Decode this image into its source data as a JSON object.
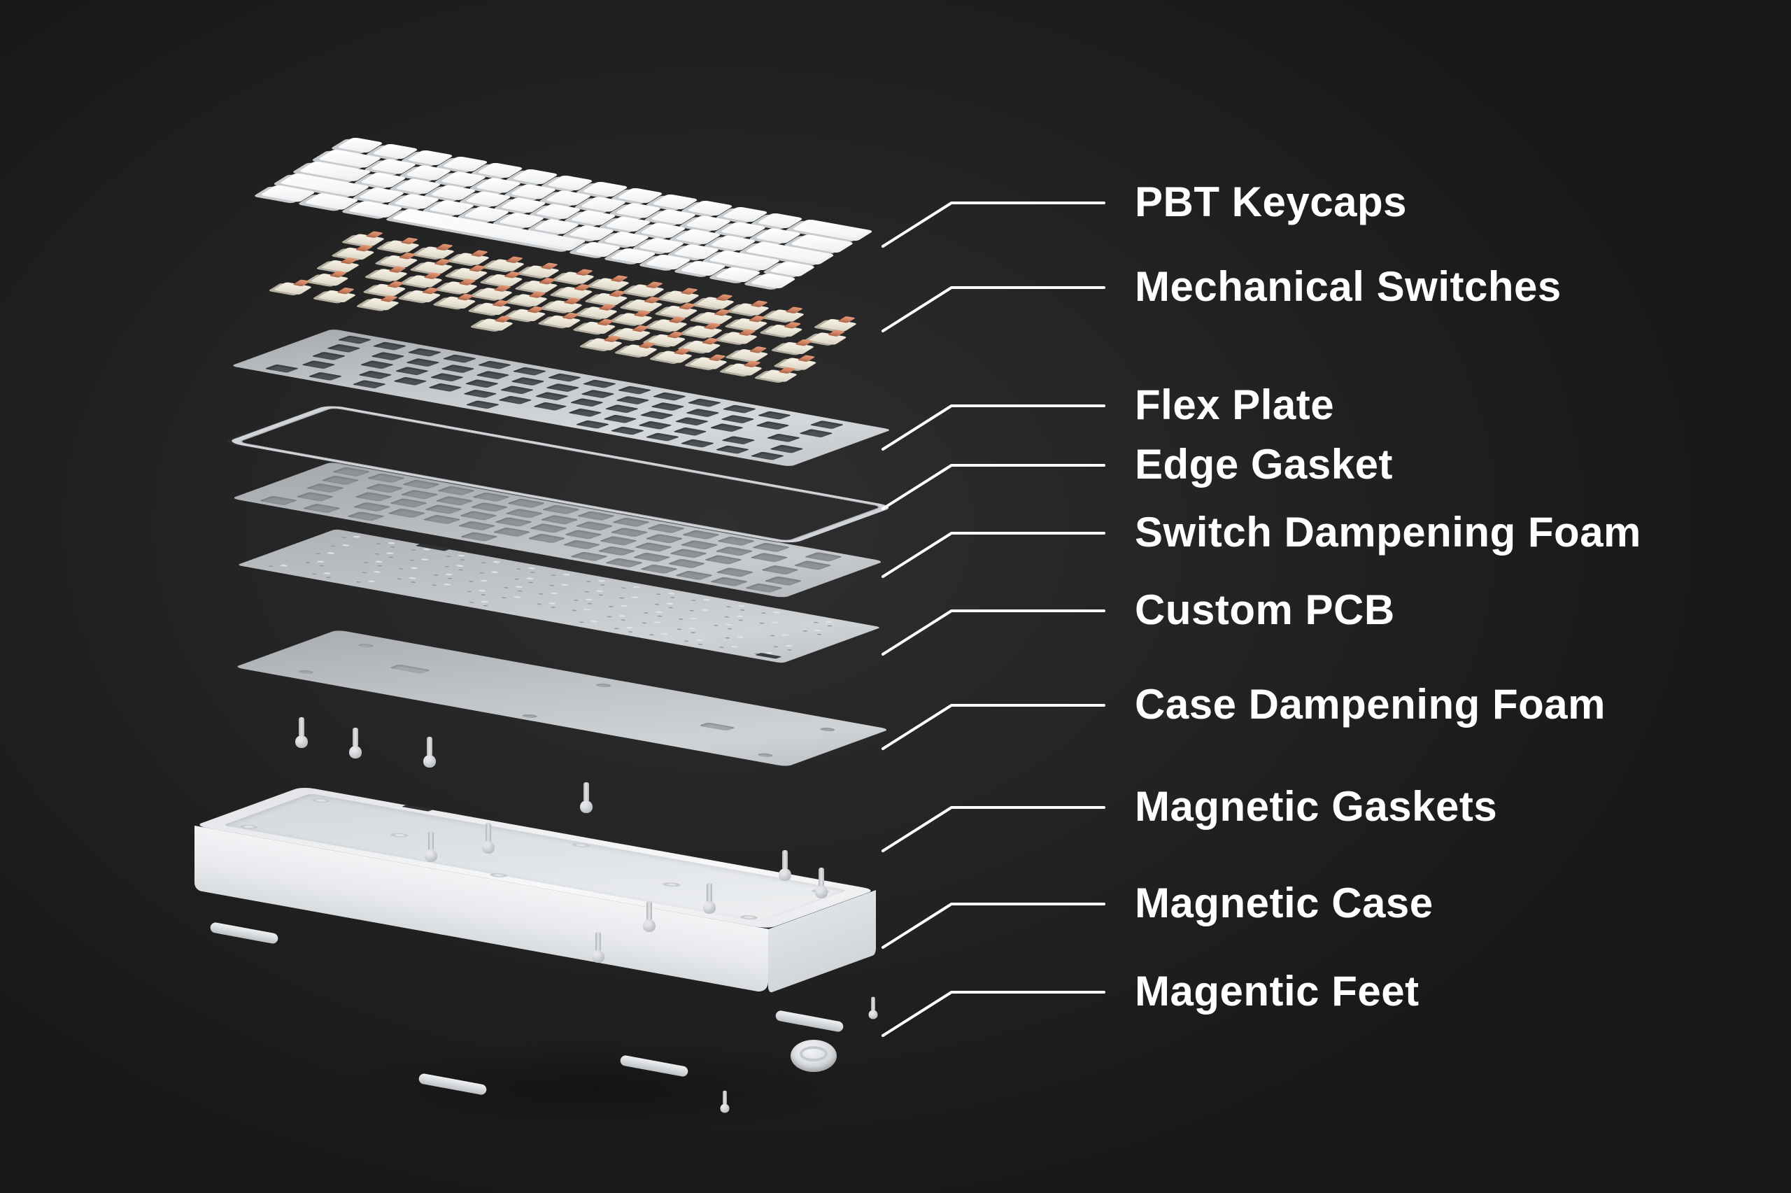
{
  "scene_title": "Mechanical keyboard exploded view diagram",
  "background": {
    "center": "#2f2f2f",
    "mid": "#232323",
    "edge": "#171717"
  },
  "callouts": [
    {
      "id": "pbt-keycaps",
      "label": "PBT Keycaps"
    },
    {
      "id": "mechanical-switches",
      "label": "Mechanical Switches"
    },
    {
      "id": "flex-plate",
      "label": "Flex Plate"
    },
    {
      "id": "edge-gasket",
      "label": "Edge Gasket"
    },
    {
      "id": "switch-dampening-foam",
      "label": "Switch Dampening Foam"
    },
    {
      "id": "custom-pcb",
      "label": "Custom PCB"
    },
    {
      "id": "case-dampening-foam",
      "label": "Case Dampening Foam"
    },
    {
      "id": "magnetic-gaskets",
      "label": "Magnetic Gaskets"
    },
    {
      "id": "magnetic-case",
      "label": "Magnetic Case"
    },
    {
      "id": "magentic-feet",
      "label": "Magentic Feet"
    }
  ],
  "keyboard": {
    "layout_rows": 5,
    "key_count": 64,
    "key_rows": [
      [
        1,
        1,
        1,
        1,
        1,
        1,
        1,
        1,
        1,
        1,
        1,
        1,
        1,
        2
      ],
      [
        1.5,
        1,
        1,
        1,
        1,
        1,
        1,
        1,
        1,
        1,
        1,
        1,
        1,
        1.5
      ],
      [
        1.75,
        1,
        1,
        1,
        1,
        1,
        1,
        1,
        1,
        1,
        1,
        1,
        2.25
      ],
      [
        2.25,
        1,
        1,
        1,
        1,
        1,
        1,
        1,
        1,
        1,
        1,
        1.75,
        1
      ],
      [
        1.25,
        1.25,
        1.25,
        5.25,
        1,
        1,
        1,
        1,
        1,
        1
      ]
    ]
  },
  "colors": {
    "bg_center": "#2f2f2f",
    "bg_mid": "#232323",
    "bg_edge": "#171717",
    "label_text": "#ffffff",
    "leader_line": "#ffffff",
    "keycap_top": "#f8f9fa",
    "keycap_side": "#c9cccf",
    "switch_body": "#ece7d9",
    "switch_body_shade": "#d7d2c2",
    "switch_stem": "#cd8061",
    "switch_under": "#b5b1a3",
    "plate": "#c6c9cc",
    "plate_shade": "#a9acb0",
    "plate_hole": "#4e5155",
    "gasket": "#d0d3d7",
    "foam": "#b8bbbf",
    "foam_hole": "#8f9296",
    "pcb": "#c2c5c9",
    "pcb_dot_light": "#dfe2e5",
    "pcb_dot_dark": "#94979b",
    "casefoam": "#c0c3c7",
    "casefoam_dimple": "#a5a8ac",
    "case_top": "#eef0f2",
    "case_well": "#e0e3e6",
    "case_front": "#f1f3f5",
    "case_front_shade": "#d9dcdf",
    "case_side": "#d3d6d9",
    "hardware": "#e3e5e8",
    "hardware_shade": "#b0b3b6",
    "foot": "#d6d9dc"
  }
}
